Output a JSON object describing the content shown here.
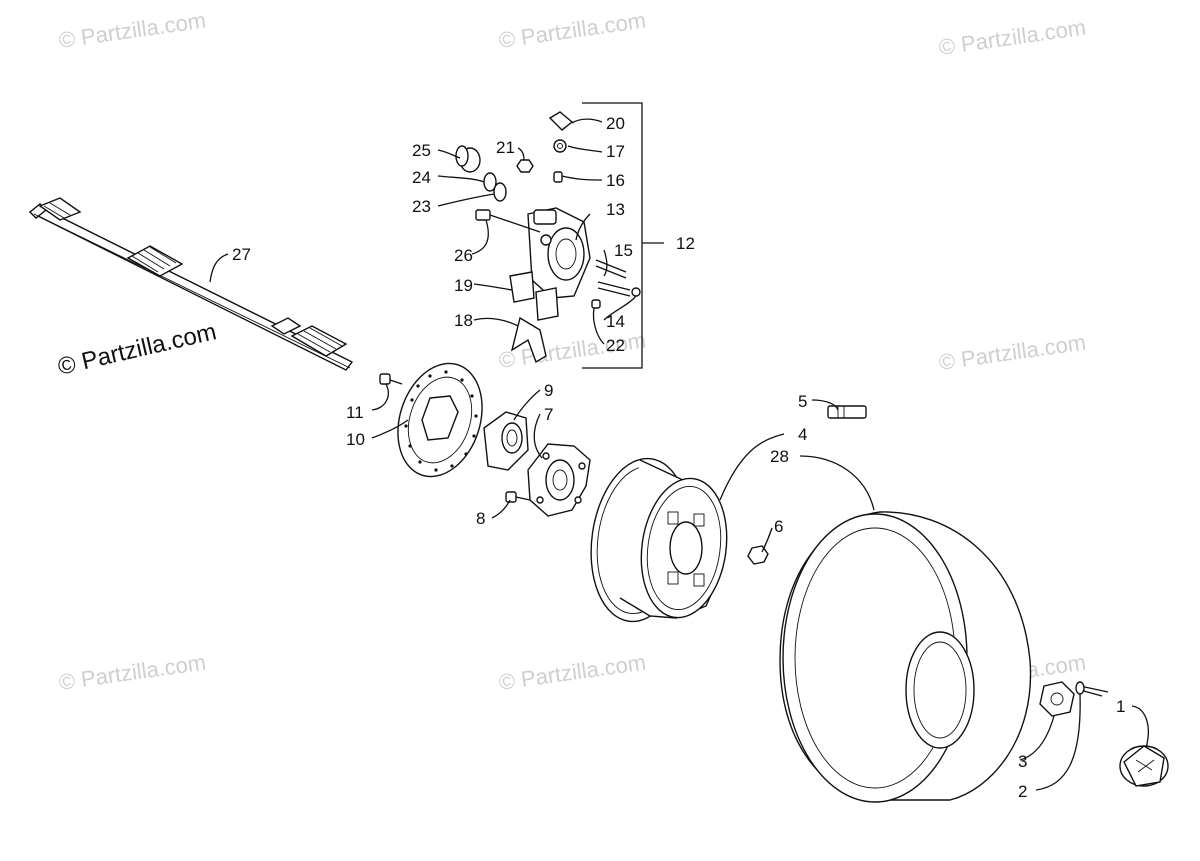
{
  "watermark": "© Partzilla.com",
  "callouts": [
    "1",
    "2",
    "3",
    "4",
    "5",
    "6",
    "7",
    "8",
    "9",
    "10",
    "11",
    "12",
    "13",
    "14",
    "15",
    "16",
    "17",
    "18",
    "19",
    "20",
    "21",
    "22",
    "23",
    "24",
    "25",
    "26",
    "27",
    "28"
  ]
}
